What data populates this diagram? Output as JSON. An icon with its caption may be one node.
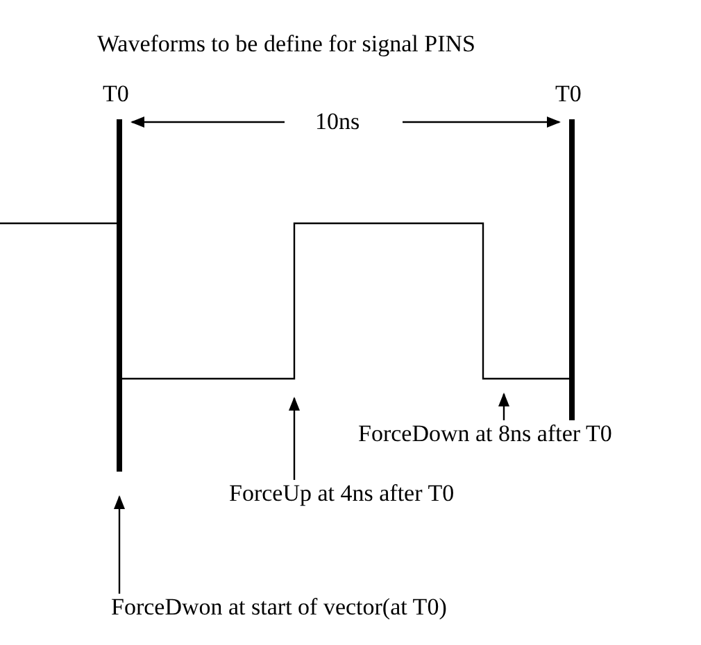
{
  "diagram": {
    "title": "Waveforms to be define for signal PINS",
    "nodes": [
      {
        "text": [
          "ForceDown at 8ns after T0"
        ]
      },
      {
        "text": [
          "ForceUp at 4ns after T0"
        ]
      },
      {
        "text": [
          "ForceDwon at start of vector(at T0)"
        ]
      }
    ],
    "edges": [
      {
        "from": 0,
        "to": null,
        "arrow": "to"
      },
      {
        "from": 1,
        "to": null,
        "arrow": "to"
      },
      {
        "from": 2,
        "to": null,
        "arrow": "to"
      }
    ],
    "labels": [
      "T0",
      "10ns",
      "T0"
    ]
  }
}
